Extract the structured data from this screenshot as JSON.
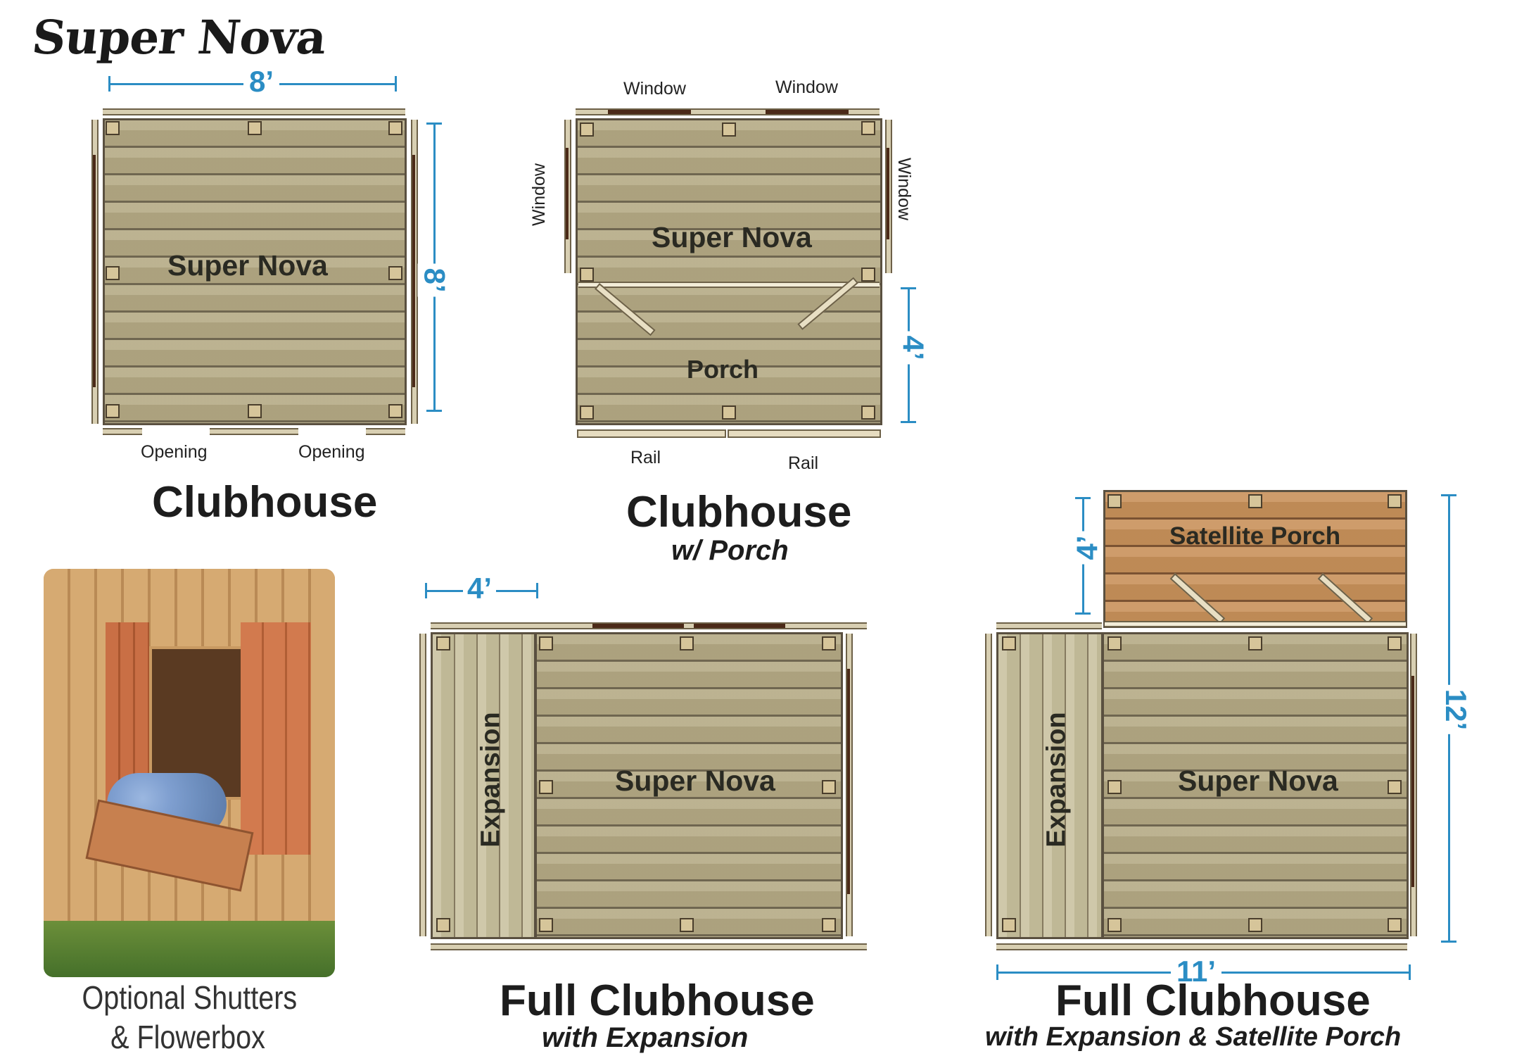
{
  "brand": "Super Nova",
  "plans": {
    "clubhouse": {
      "dim_width": "8’",
      "dim_height": "8’",
      "label": "Super Nova",
      "openings": [
        "Opening",
        "Opening"
      ],
      "title": "Clubhouse"
    },
    "clubhouse_porch": {
      "windows_top": [
        "Window",
        "Window"
      ],
      "window_left": "Window",
      "window_right": "Window",
      "label": "Super Nova",
      "porch_label": "Porch",
      "dim_porch": "4’",
      "rails": [
        "Rail",
        "Rail"
      ],
      "title": "Clubhouse",
      "subtitle": "w/ Porch"
    },
    "full_expansion": {
      "dim_expansion": "4’",
      "expansion_label": "Expansion",
      "label": "Super Nova",
      "title": "Full Clubhouse",
      "subtitle": "with Expansion"
    },
    "full_expansion_satellite": {
      "dim_porch": "4’",
      "dim_length": "12’",
      "dim_width": "11’",
      "satellite_label": "Satellite Porch",
      "expansion_label": "Expansion",
      "label": "Super Nova",
      "title": "Full Clubhouse",
      "subtitle": "with Expansion & Satellite Porch"
    }
  },
  "photo": {
    "caption_line1": "Optional Shutters",
    "caption_line2": "& Flowerbox"
  },
  "colors": {
    "dimension": "#2b8dc4",
    "deck": "#b5aa85",
    "cedar": "#c8915a",
    "window": "#4b2a18"
  }
}
